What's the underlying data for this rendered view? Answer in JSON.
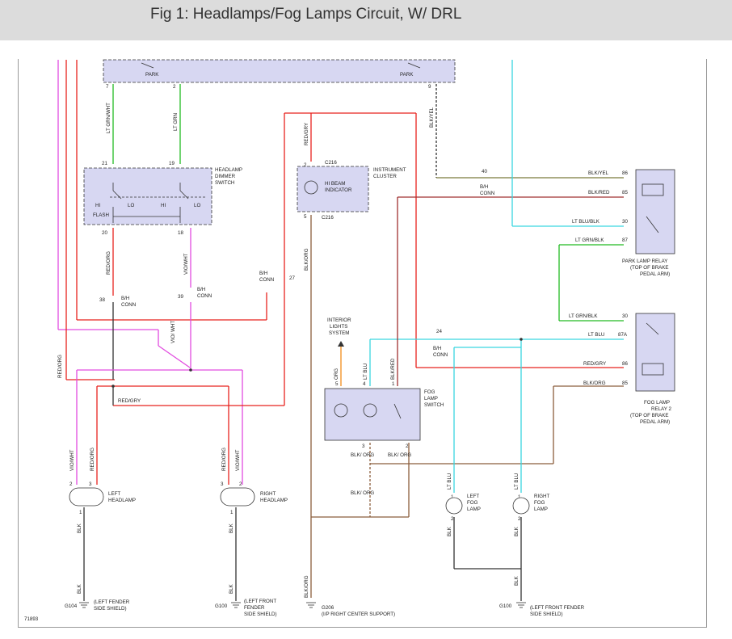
{
  "title": "Fig 1: Headlamps/Fog Lamps Circuit, W/ DRL",
  "figure_id": "71893",
  "colors": {
    "pink": "#e24ce0",
    "red": "#e8231e",
    "green": "#22bb22",
    "cyan": "#3ad6e0",
    "brown": "#8b5e3c",
    "olive": "#7a7a3a",
    "maroon": "#a03030",
    "black": "#333333",
    "orange": "#f08c1a",
    "module": "#d7d7f2"
  },
  "headlamp_switch": {
    "park_left": "PARK",
    "park_right": "PARK",
    "pin_7": "7",
    "pin_2": "2",
    "pin_9": "9"
  },
  "wires": {
    "lt_grn_wht": "LT GRN/WHT",
    "lt_grn": "LT GRN",
    "blk_yel": "BLK/YEL",
    "red_gry": "RED/GRY",
    "red_org": "RED/ORG",
    "vio_wht": "VIO/WHT",
    "blk_org": "BLK/ORG",
    "lt_blu": "LT BLU",
    "blk_red": "BLK/RED",
    "org": "ORG",
    "blk": "BLK",
    "vio_slash_wht": "VIO/ WHT",
    "blk_slash_org": "BLK/ ORG",
    "blk_red_wire": "BLK/RED",
    "blk_yel_wire": "BLK/YEL",
    "lt_blu_blk": "LT BLU/BLK",
    "lt_grn_blk": "LT GRN/BLK"
  },
  "dimmer": {
    "label_line1": "HEADLAMP",
    "label_line2": "DIMMER",
    "label_line3": "SWITCH",
    "hi1": "HI",
    "lo1": "LO",
    "hi2": "HI",
    "lo2": "LO",
    "flash": "FLASH",
    "pin_21": "21",
    "pin_19": "19",
    "pin_20": "20",
    "pin_18": "18"
  },
  "connectors": {
    "bh_conn_line1": "B/H",
    "bh_conn_line2": "CONN",
    "pin_38": "38",
    "pin_39": "39",
    "pin_27": "27",
    "pin_40": "40",
    "pin_24": "24"
  },
  "cluster": {
    "c216_top": "C216",
    "c216_bottom": "C216",
    "pin_2": "2",
    "pin_5": "5",
    "hi_beam_line1": "HI BEAM",
    "hi_beam_line2": "INDICATOR",
    "label_line1": "INSTRUMENT",
    "label_line2": "CLUSTER"
  },
  "fog_switch": {
    "label_line1": "FOG",
    "label_line2": "LAMP",
    "label_line3": "SWITCH",
    "interior_line1": "INTERIOR",
    "interior_line2": "LIGHTS",
    "interior_line3": "SYSTEM",
    "pin_5": "5",
    "pin_4": "4",
    "pin_1": "1",
    "pin_3": "3",
    "pin_2": "2"
  },
  "park_relay": {
    "label_line1": "PARK LAMP RELAY",
    "label_line2": "(TOP OF BRAKE",
    "label_line3": "PEDAL ARM)",
    "pin_86": "86",
    "pin_85": "85",
    "pin_30": "30",
    "pin_87": "87"
  },
  "fog_relay": {
    "label_line1": "FOG LAMP",
    "label_line2": "RELAY 2",
    "label_line3": "(TOP OF BRAKE",
    "label_line4": "PEDAL ARM)",
    "pin_30": "30",
    "pin_87a": "87A",
    "pin_86": "86",
    "pin_85": "85"
  },
  "lamps": {
    "left_headlamp_line1": "LEFT",
    "left_headlamp_line2": "HEADLAMP",
    "right_headlamp_line1": "RIGHT",
    "right_headlamp_line2": "HEADLAMP",
    "left_fog_line1": "LEFT",
    "left_fog_line2": "FOG",
    "left_fog_line3": "LAMP",
    "right_fog_line1": "RIGHT",
    "right_fog_line2": "FOG",
    "right_fog_line3": "LAMP",
    "pin_2": "2",
    "pin_3": "3",
    "pin_1": "1"
  },
  "grounds": {
    "g104": "G104",
    "g104_line1": "(LEFT FENDER",
    "g104_line2": "SIDE SHIELD)",
    "g100a": "G100",
    "g100a_line1": "(LEFT FRONT",
    "g100a_line2": "FENDER",
    "g100a_line3": "SIDE SHIELD)",
    "g206": "G206",
    "g206_line1": "(I/P RIGHT CENTER SUPPORT)",
    "g100b": "G100",
    "g100b_line1": "(LEFT FRONT FENDER",
    "g100b_line2": "SIDE SHIELD)"
  }
}
